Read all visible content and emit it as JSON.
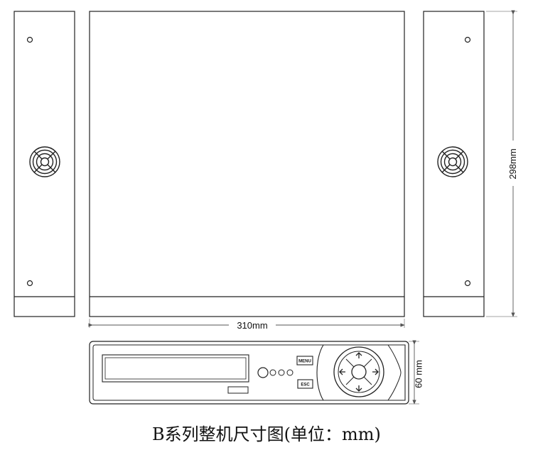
{
  "dimensions": {
    "width_label": "310mm",
    "depth_label": "298mm",
    "height_label": "60 mm"
  },
  "front_panel": {
    "menu_button": "MENU",
    "esc_button": "ESC"
  },
  "caption": "B系列整机尺寸图(单位：mm)",
  "colors": {
    "line": "#222222",
    "dimension": "#555555",
    "background": "#ffffff"
  }
}
